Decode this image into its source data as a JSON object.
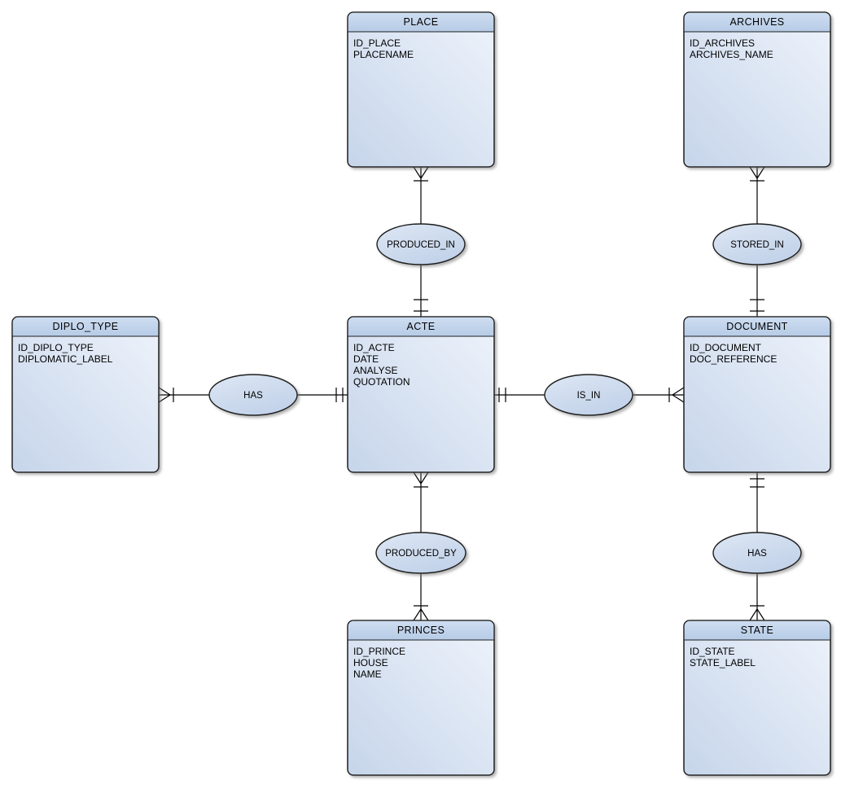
{
  "diagram": {
    "background_color": "#ffffff",
    "accent_colors": {
      "header_top": "#cfdef1",
      "header_bottom": "#b6cbe6",
      "body_light": "#eef3fb",
      "body_dark": "#c6d5ea",
      "border": "#1f1f1f",
      "connector": "#000000"
    },
    "entities": [
      {
        "name": "PLACE",
        "attributes": [
          "ID_PLACE",
          "PLACENAME"
        ]
      },
      {
        "name": "ARCHIVES",
        "attributes": [
          "ID_ARCHIVES",
          "ARCHIVES_NAME"
        ]
      },
      {
        "name": "DIPLO_TYPE",
        "attributes": [
          "ID_DIPLO_TYPE",
          "DIPLOMATIC_LABEL"
        ]
      },
      {
        "name": "ACTE",
        "attributes": [
          "ID_ACTE",
          "DATE",
          "ANALYSE",
          "QUOTATION"
        ]
      },
      {
        "name": "DOCUMENT",
        "attributes": [
          "ID_DOCUMENT",
          "DOC_REFERENCE"
        ]
      },
      {
        "name": "PRINCES",
        "attributes": [
          "ID_PRINCE",
          "HOUSE",
          "NAME"
        ]
      },
      {
        "name": "STATE",
        "attributes": [
          "ID_STATE",
          "STATE_LABEL"
        ]
      }
    ],
    "relationships": [
      {
        "label": "PRODUCED_IN",
        "from": "PLACE",
        "to": "ACTE",
        "from_marker": "crow-foot-with-tick",
        "to_marker": "double-tick"
      },
      {
        "label": "STORED_IN",
        "from": "ARCHIVES",
        "to": "DOCUMENT",
        "from_marker": "crow-foot-with-tick",
        "to_marker": "double-tick"
      },
      {
        "label": "HAS",
        "from": "DIPLO_TYPE",
        "to": "ACTE",
        "from_marker": "crow-foot-with-tick",
        "to_marker": "double-tick"
      },
      {
        "label": "IS_IN",
        "from": "ACTE",
        "to": "DOCUMENT",
        "from_marker": "double-tick",
        "to_marker": "crow-foot-with-tick"
      },
      {
        "label": "PRODUCED_BY",
        "from": "ACTE",
        "to": "PRINCES",
        "from_marker": "crow-foot-with-tick",
        "to_marker": "crow-foot-with-tick"
      },
      {
        "label": "HAS",
        "from": "DOCUMENT",
        "to": "STATE",
        "from_marker": "double-tick",
        "to_marker": "crow-foot-with-tick"
      }
    ]
  }
}
